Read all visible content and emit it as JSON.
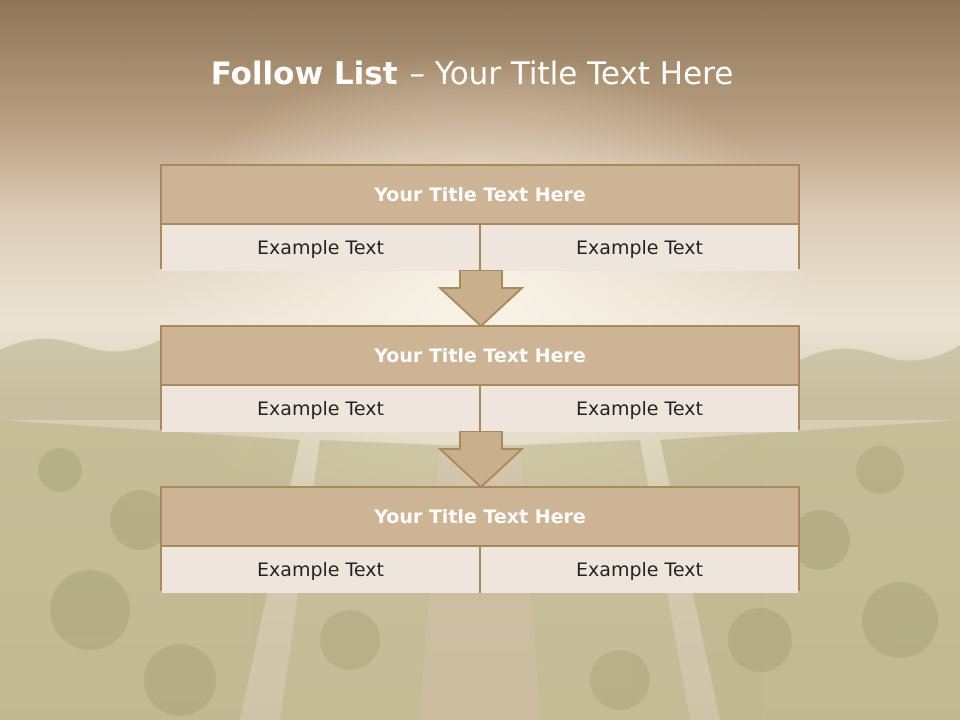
{
  "slide": {
    "title_strong": "Follow List",
    "title_rest": "– Your Title Text Here"
  },
  "colors": {
    "header_fill": "#cdb495",
    "border": "#a88a5c",
    "cell_fill": "#eee6dd",
    "arrow_fill": "#c9af8c",
    "title_text": "#ffffff"
  },
  "blocks": [
    {
      "title": "Your Title Text Here",
      "cells": [
        "Example Text",
        "Example Text"
      ]
    },
    {
      "title": "Your Title Text Here",
      "cells": [
        "Example Text",
        "Example Text"
      ]
    },
    {
      "title": "Your Title Text Here",
      "cells": [
        "Example Text",
        "Example Text"
      ]
    }
  ],
  "icons": [
    "down-arrow-icon",
    "down-arrow-icon"
  ]
}
